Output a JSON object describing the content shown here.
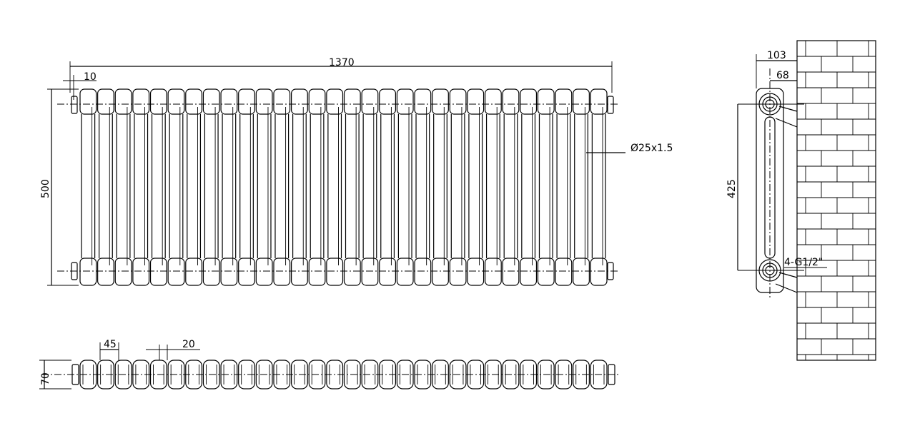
{
  "drawing": {
    "sections": 30,
    "front_view": {
      "overall_width": "1370",
      "end_offset": "10",
      "height": "500",
      "tube": "Ø25x1.5"
    },
    "top_view": {
      "section_pitch": "45",
      "gap": "20",
      "depth": "70"
    },
    "side_view": {
      "wall_projection": "103",
      "centre_to_wall": "68",
      "centres": "425",
      "connections": "4-G1/2\""
    }
  }
}
